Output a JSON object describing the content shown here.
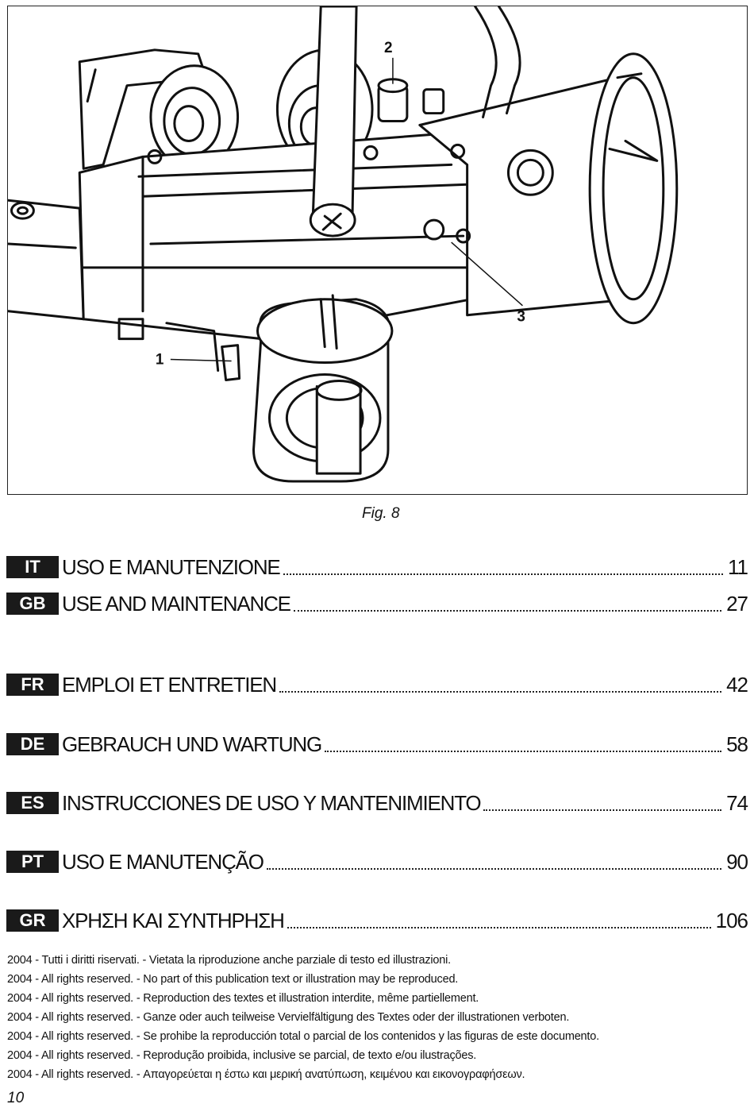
{
  "figure": {
    "caption": "Fig. 8",
    "callouts": [
      "1",
      "2",
      "3"
    ]
  },
  "toc": [
    {
      "lang": "IT",
      "title": "USO E MANUTENZIONE",
      "page": "11"
    },
    {
      "lang": "GB",
      "title": "USE AND MAINTENANCE",
      "page": "27"
    },
    {
      "lang": "FR",
      "title": "EMPLOI ET ENTRETIEN",
      "page": "42"
    },
    {
      "lang": "DE",
      "title": "GEBRAUCH UND WARTUNG",
      "page": "58"
    },
    {
      "lang": "ES",
      "title": "INSTRUCCIONES DE USO Y MANTENIMIENTO",
      "page": "74"
    },
    {
      "lang": "PT",
      "title": "USO E MANUTENÇÃO",
      "page": "90"
    },
    {
      "lang": "GR",
      "title": "ΧΡΗΣΗ ΚΑΙ ΣΥΝΤΗΡΗΣΗ",
      "page": "106"
    }
  ],
  "notices": [
    "2004 - Tutti i diritti riservati. - Vietata la riproduzione anche parziale di testo ed illustrazioni.",
    "2004 - All rights reserved. - No part of this publication text or illustration may be reproduced.",
    "2004 - All rights reserved. - Reproduction des textes et illustration interdite, même partiellement.",
    "2004 - All rights reserved. - Ganze oder auch teilweise Vervielfältigung des Textes oder der illustrationen verboten.",
    "2004 - All rights reserved. - Se prohibe la reproducción total o parcial de los contenidos y las figuras de este documento.",
    "2004 - All rights reserved. - Reprodução proibida, inclusive se parcial, de texto e/ou ilustrações.",
    "2004 - All rights reserved. - Απαγορεύεται η έστω και μερική ανατύπωση, κειμένου και εικονογραφήσεων."
  ],
  "page_number": "10"
}
